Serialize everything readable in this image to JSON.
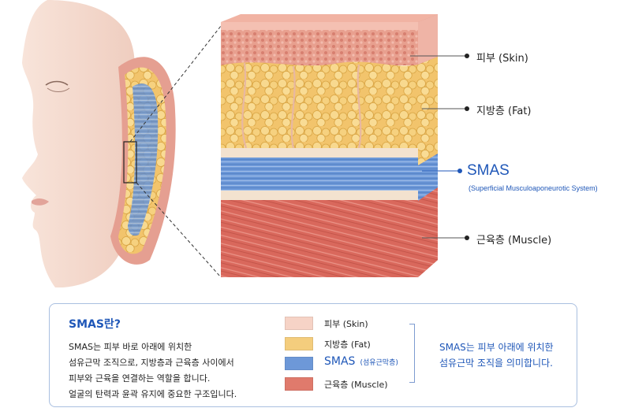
{
  "diagram": {
    "layer_labels": {
      "skin": "피부 (Skin)",
      "fat": "지방층 (Fat)",
      "smas": "SMAS",
      "smas_full": "(Superficial Musculoaponeurotic System)",
      "muscle": "근육층 (Muscle)"
    },
    "colors": {
      "skin": "#f6d3c6",
      "fat": "#f4cd7d",
      "smas": "#6d98d8",
      "muscle": "#e07a6c",
      "accent": "#1f57b8",
      "box_border": "#a9bfe0"
    }
  },
  "info": {
    "title": "SMAS란?",
    "lines": [
      "SMAS는 피부 바로 아래에 위치한",
      "섬유근막 조직으로, 지방층과 근육층 사이에서",
      "피부와 근육을 연결하는 역할을 합니다.",
      "얼굴의 탄력과 윤곽 유지에 중요한 구조입니다."
    ]
  },
  "legend": {
    "items": [
      {
        "label": "피부 (Skin)",
        "color": "#f6d3c6"
      },
      {
        "label": "지방층 (Fat)",
        "color": "#f4cd7d"
      },
      {
        "label": "SMAS",
        "sub": "(섬유근막층)",
        "color": "#6d98d8"
      },
      {
        "label": "근육층 (Muscle)",
        "color": "#e07a6c"
      }
    ],
    "summary": [
      "SMAS는 피부 아래에 위치한",
      "섬유근막 조직을 의미합니다."
    ]
  }
}
